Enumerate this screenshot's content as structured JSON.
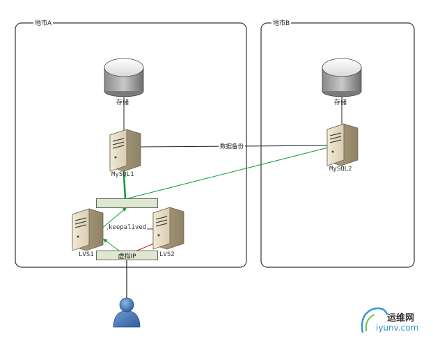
{
  "regions": {
    "a": "地市A",
    "b": "地市B"
  },
  "nodes": {
    "storage_a": "存储",
    "storage_b": "存储",
    "mysql1": "MySQL1",
    "mysql2": "MySQL2",
    "lvs1": "LVS1",
    "lvs2": "LVS2"
  },
  "edges": {
    "backup": "数据备份",
    "keepalived": "keepalived",
    "vip": "虚拟IP"
  },
  "watermark": {
    "cn": "运维网",
    "domain": "iyunv.com"
  },
  "colors": {
    "active_link": "#1a9a3c",
    "standby_link": "#cc1f1f",
    "bar_fill": "#dde8cf",
    "user": "#3f72b5"
  }
}
